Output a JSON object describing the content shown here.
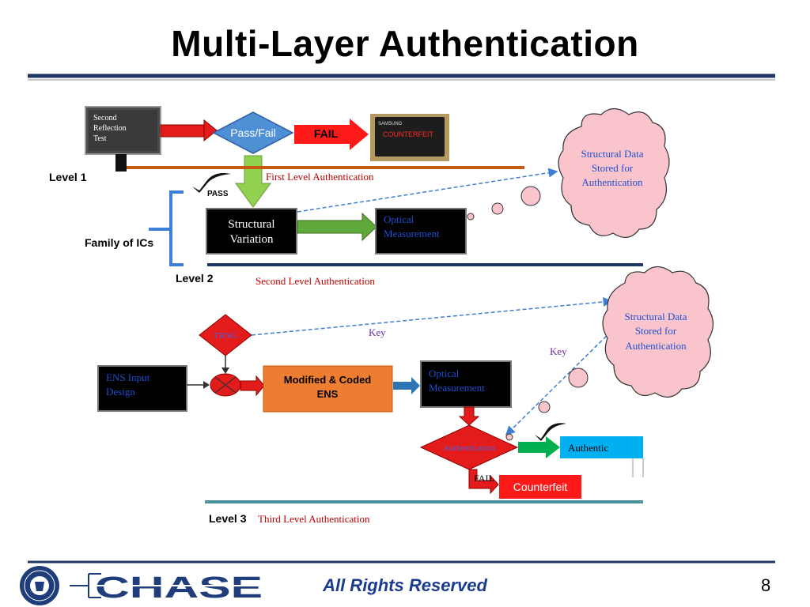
{
  "slide": {
    "title": "Multi-Layer Authentication",
    "footer": "All Rights Reserved",
    "page_number": "8",
    "logo_text": "CHASE"
  },
  "level1": {
    "label": "Level 1",
    "reflection_line1": "Second",
    "reflection_line2": "Reflection",
    "reflection_line3": "Test",
    "pass_fail": "Pass/Fail",
    "fail": "FAIL",
    "chip_brand": "SAMSUNG",
    "chip_label": "COUNTERFEIT",
    "caption": "First Level Authentication",
    "pass": "PASS"
  },
  "level2": {
    "label": "Level 2",
    "family_label": "Family of ICs",
    "structural_line1": "Structural",
    "structural_line2": "Variation",
    "optical_line1": "Optical",
    "optical_line2": "Measurement",
    "caption": "Second Level Authentication"
  },
  "cloud1": {
    "line1": "Structural Data",
    "line2": "Stored for",
    "line3": "Authentication"
  },
  "cloud2": {
    "line1": "Structural Data",
    "line2": "Stored for",
    "line3": "Authentication"
  },
  "level3": {
    "label": "Level 3",
    "caption": "Third Level Authentication",
    "trng": "TRNG",
    "key1": "Key",
    "key2": "Key",
    "ens_line1": "ENS Input",
    "ens_line2": "Design",
    "modified_line1": "Modified & Coded",
    "modified_line2": "ENS",
    "optical_line1": "Optical",
    "optical_line2": "Measurement",
    "authentication": "Authentication",
    "authentic": "Authentic",
    "fail": "FAIL",
    "counterfeit": "Counterfeit"
  },
  "colors": {
    "red": "#e31b1b",
    "blue_text": "#1f4fd1",
    "dark_red_text": "#c00000",
    "purple": "#7030a0",
    "cloud_fill": "#f9c4cc",
    "orange_line": "#c55a11",
    "navy_line": "#1f3864",
    "teal_line": "#4a8f9c",
    "green_arrow": "#92d050",
    "orange_box": "#ed7d31",
    "cyan_box": "#00b0f0"
  }
}
